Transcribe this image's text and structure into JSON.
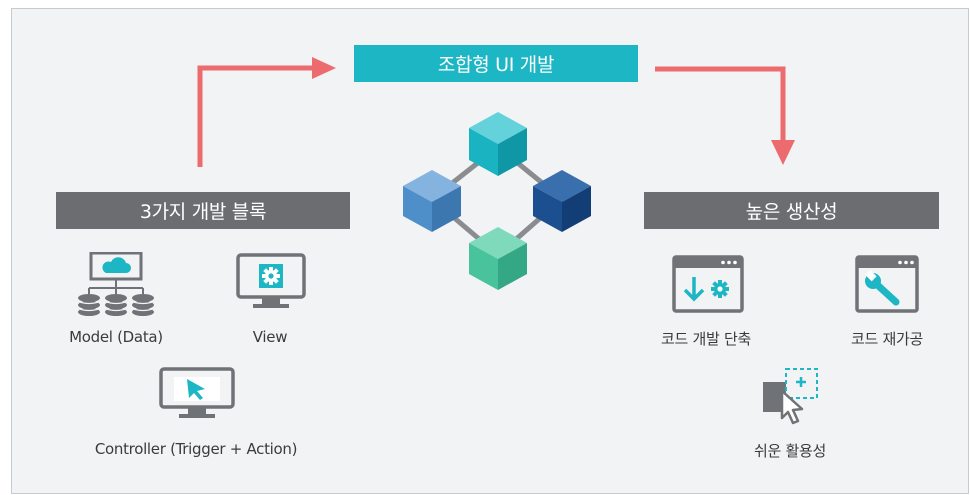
{
  "banners": {
    "top": "조합형 UI 개발",
    "left": "3가지 개발 블록",
    "right": "높은 생산성"
  },
  "blocks": {
    "model": "Model (Data)",
    "view": "View",
    "controller": "Controller (Trigger + Action)"
  },
  "productivity": {
    "code_shortening": "코드 개발 단축",
    "code_reprocessing": "코드 재가공",
    "easy_use": "쉬운 활용성"
  },
  "colors": {
    "arrow": "#ec6b6e",
    "banner_accent": "#1cb6c4",
    "banner_gray": "#6b6d70",
    "icon_gray": "#6f7276",
    "cube_teal": "#1ab3c2",
    "cube_light_blue": "#4f8fc9",
    "cube_dark_blue": "#1b4f90",
    "cube_green": "#48c39c"
  }
}
